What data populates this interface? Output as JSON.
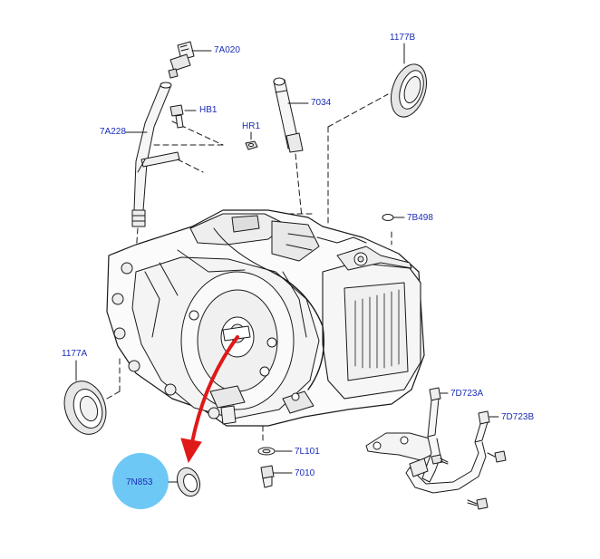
{
  "diagram": {
    "highlight_color": "#6ec8f5",
    "label_color": "#1a2db8",
    "arrow_color": "#e01818",
    "line_color": "#1a1a1a",
    "selected_part": "7N853",
    "callouts": {
      "p7A020": "7A020",
      "p7A228": "7A228",
      "pHB1": "HB1",
      "pHR1": "HR1",
      "p7034": "7034",
      "p1177B": "1177B",
      "p7B498": "7B498",
      "p1177A": "1177A",
      "p7D723A": "7D723A",
      "p7D723B": "7D723B",
      "p7L101": "7L101",
      "p7010": "7010",
      "p7N853": "7N853"
    }
  }
}
